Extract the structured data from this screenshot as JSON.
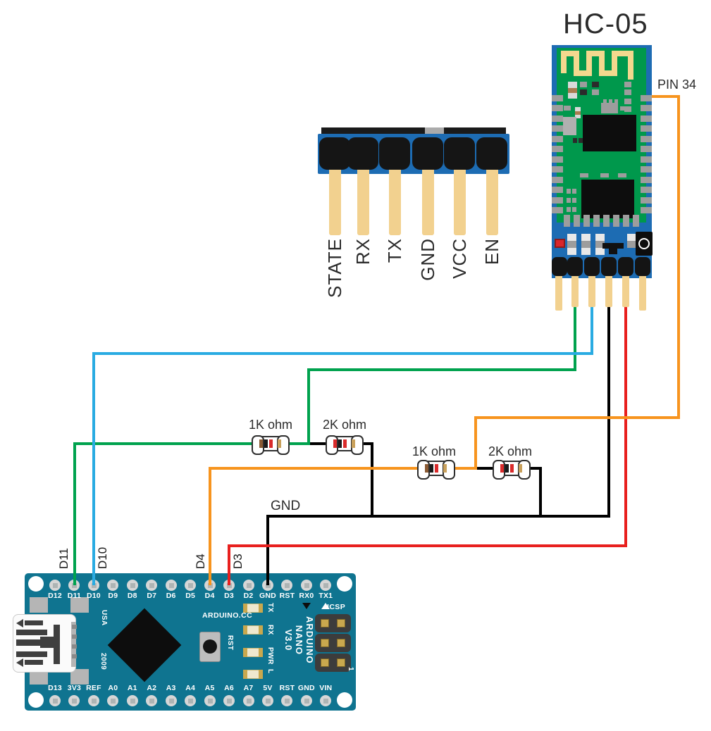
{
  "hc05": {
    "title": "HC-05",
    "pin34_label": "PIN 34"
  },
  "breakout_header": {
    "pin_labels": [
      "STATE",
      "RX",
      "TX",
      "GND",
      "VCC",
      "EN"
    ]
  },
  "wiring": {
    "gnd_label": "GND",
    "wire_labels": [
      "D11",
      "D10",
      "D4",
      "D3"
    ],
    "resistors": [
      {
        "label": "1K ohm",
        "bands": "r1k"
      },
      {
        "label": "2K ohm",
        "bands": "r2k"
      },
      {
        "label": "1K ohm",
        "bands": "r1k"
      },
      {
        "label": "2K ohm",
        "bands": "r2k"
      }
    ]
  },
  "arduino": {
    "top_pin_labels": [
      "D12",
      "D11",
      "D10",
      "D9",
      "D8",
      "D7",
      "D6",
      "D5",
      "D4",
      "D3",
      "D2",
      "GND",
      "RST",
      "RX0",
      "TX1"
    ],
    "bottom_pin_labels": [
      "D13",
      "3V3",
      "REF",
      "A0",
      "A1",
      "A2",
      "A3",
      "A4",
      "A5",
      "A6",
      "A7",
      "5V",
      "RST",
      "GND",
      "VIN"
    ],
    "silkscreen": {
      "brand_url": "ARDUINO.CC",
      "model_lines": [
        "ARDUINO",
        "NANO",
        "V3.0"
      ],
      "icsp_label": "ICSP",
      "icsp_pin1": "1",
      "reset_label": "RST",
      "usa": "USA",
      "year": "2009",
      "led_labels": [
        "TX",
        "RX",
        "PWR",
        "L"
      ]
    }
  },
  "colors": {
    "board_blue": "#1D6CB3",
    "pcb_green": "#00984C",
    "board_teal": "#0F7490",
    "pin_tan": "#F2D18F",
    "pad_gray": "#9D9D9D",
    "antenna_tan": "#F3D88E",
    "wire_green": "#00A24E",
    "wire_blue": "#29ABE2",
    "wire_orange": "#F7941E",
    "wire_red": "#E8201E",
    "wire_black": "#000000"
  },
  "resistor_bands": {
    "r1k": [
      "#8A5A33",
      "#1A1A1A",
      "#D92B2B",
      "#C9A15C"
    ],
    "r2k": [
      "#D92B2B",
      "#1A1A1A",
      "#D92B2B",
      "#C9A15C"
    ]
  }
}
